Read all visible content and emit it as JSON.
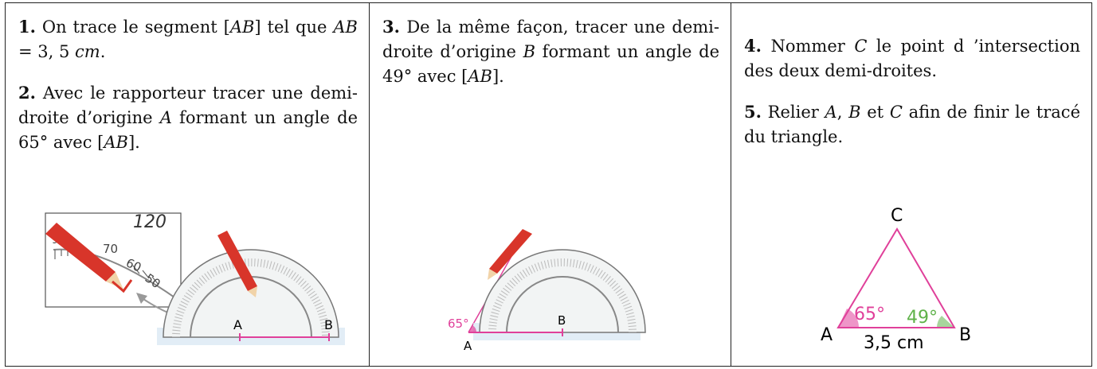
{
  "steps": {
    "s1": {
      "num": "1.",
      "text_a": " On trace le segment [",
      "m1": "AB",
      "text_b": "] tel que ",
      "m2": "AB",
      "text_c": " = 3, 5 ",
      "m3": "cm",
      "text_d": "."
    },
    "s2": {
      "num": "2.",
      "text_a": " Avec le rapporteur tracer une demi-droite d’origine ",
      "m1": "A",
      "text_b": " formant un angle de 65° avec [",
      "m2": "AB",
      "text_c": "]."
    },
    "s3": {
      "num": "3.",
      "text_a": " De la même façon, tracer une demi-droite d’origine ",
      "m1": "B",
      "text_b": " formant un angle de 49° avec [",
      "m2": "AB",
      "text_c": "]."
    },
    "s4": {
      "num": "4.",
      "text_a": " Nommer ",
      "m1": "C",
      "text_b": " le point d ’intersection des deux demi-droites."
    },
    "s5": {
      "num": "5.",
      "text_a": " Relier ",
      "m1": "A",
      "text_b": ", ",
      "m2": "B",
      "text_c": " et ",
      "m3": "C",
      "text_d": " afin de finir le tracé du triangle."
    }
  },
  "fig1": {
    "zoom_labels": [
      "90",
      "70",
      "60",
      "50",
      "120"
    ],
    "point_a": "A",
    "point_b": "B"
  },
  "fig2": {
    "angle_label": "65°",
    "point_a": "A",
    "point_b": "B"
  },
  "fig3": {
    "point_a": "A",
    "point_b": "B",
    "point_c": "C",
    "angle_a": "65°",
    "angle_b": "49°",
    "length": "3,5 cm"
  },
  "colors": {
    "pink": "#e0409a",
    "green": "#5fb24a",
    "pencil": "#d8352a",
    "ruler": "#d6e6f2"
  }
}
